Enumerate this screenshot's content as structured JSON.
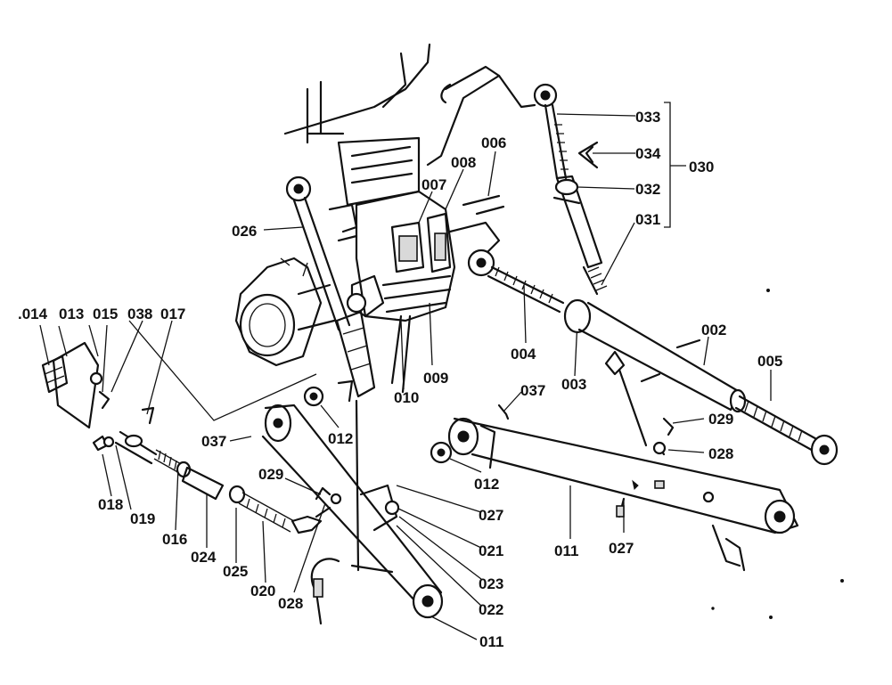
{
  "diagram": {
    "labels": [
      {
        "id": "l001",
        "text": "002"
      },
      {
        "id": "l002",
        "text": "003"
      },
      {
        "id": "l003",
        "text": "004"
      },
      {
        "id": "l004",
        "text": "005"
      },
      {
        "id": "l005",
        "text": "006"
      },
      {
        "id": "l006",
        "text": "007"
      },
      {
        "id": "l007",
        "text": "008"
      },
      {
        "id": "l008",
        "text": "009"
      },
      {
        "id": "l009",
        "text": "010"
      },
      {
        "id": "l010",
        "text": "011"
      },
      {
        "id": "l011",
        "text": "011"
      },
      {
        "id": "l012",
        "text": "012"
      },
      {
        "id": "l013",
        "text": "012"
      },
      {
        "id": "l014",
        "text": "013"
      },
      {
        "id": "l015",
        "text": ".014"
      },
      {
        "id": "l016",
        "text": "015"
      },
      {
        "id": "l017",
        "text": "016"
      },
      {
        "id": "l018",
        "text": "017"
      },
      {
        "id": "l019",
        "text": "018"
      },
      {
        "id": "l020",
        "text": "019"
      },
      {
        "id": "l021",
        "text": "020"
      },
      {
        "id": "l022",
        "text": "021"
      },
      {
        "id": "l023",
        "text": "022"
      },
      {
        "id": "l024",
        "text": "023"
      },
      {
        "id": "l025",
        "text": "024"
      },
      {
        "id": "l026",
        "text": "025"
      },
      {
        "id": "l027",
        "text": "026"
      },
      {
        "id": "l028",
        "text": "027"
      },
      {
        "id": "l029",
        "text": "027"
      },
      {
        "id": "l030",
        "text": "028"
      },
      {
        "id": "l031",
        "text": "028"
      },
      {
        "id": "l032",
        "text": "029"
      },
      {
        "id": "l033",
        "text": "029"
      },
      {
        "id": "l034",
        "text": "030"
      },
      {
        "id": "l035",
        "text": "031"
      },
      {
        "id": "l036",
        "text": "032"
      },
      {
        "id": "l037",
        "text": "033"
      },
      {
        "id": "l038",
        "text": "034"
      },
      {
        "id": "l039",
        "text": "037"
      },
      {
        "id": "l040",
        "text": "037"
      },
      {
        "id": "l041",
        "text": "038"
      }
    ]
  }
}
